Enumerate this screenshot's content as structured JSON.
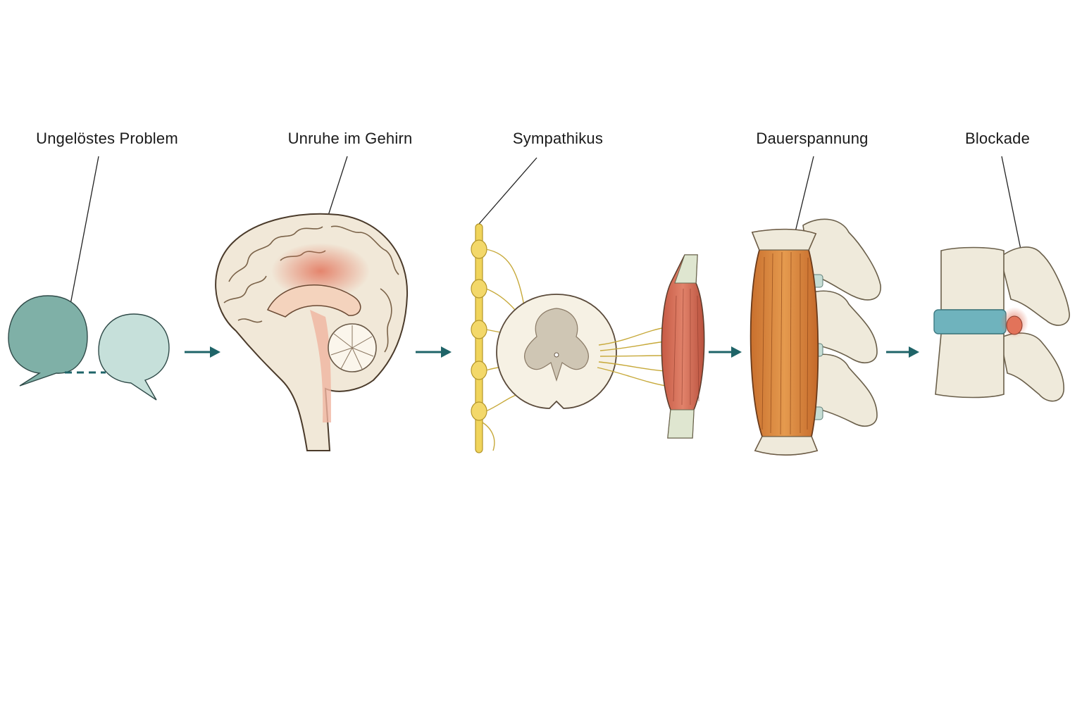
{
  "diagram": {
    "steps": [
      {
        "label": "Ungelöstes Problem",
        "icon": "speech-bubbles-icon"
      },
      {
        "label": "Unruhe im Gehirn",
        "icon": "brain-icon"
      },
      {
        "label": "Sympathikus",
        "icon": "sympathetic-chain-icon"
      },
      {
        "label": "Dauerspannung",
        "icon": "tense-muscle-spine-icon"
      },
      {
        "label": "Blockade",
        "icon": "blocked-vertebra-icon"
      }
    ],
    "connector": "arrow-right-icon"
  },
  "colors": {
    "arrow": "#1f6468",
    "bubble_dark": "#7fb0a7",
    "bubble_light": "#c6e0da",
    "inflammation": "#e2735a",
    "nerve": "#e8c84a",
    "muscle": "#d6843f",
    "bone": "#efeadb",
    "disc": "#6fb3bd"
  }
}
